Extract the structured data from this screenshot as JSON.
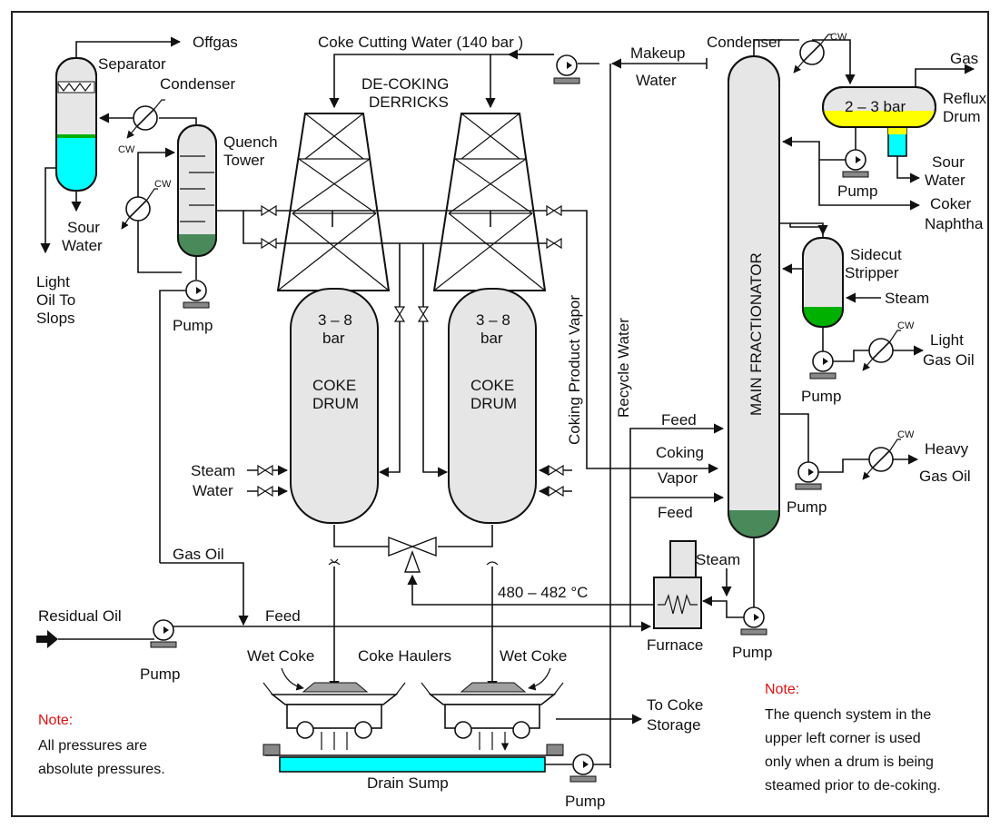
{
  "colors": {
    "vessel_fill": "#e6e6e6",
    "liquid_cyan": "#00ffff",
    "liquid_green": "#00b000",
    "liquid_yellow": "#ffff00",
    "liquid_dkgreen": "#4a8a5a",
    "note_red": "#e01010"
  },
  "labels": {
    "offgas": "Offgas",
    "separator": "Separator",
    "condenser_left": "Condenser",
    "quench_tower_1": "Quench",
    "quench_tower_2": "Tower",
    "sour_water_left_1": "Sour",
    "sour_water_left_2": "Water",
    "light_oil_1": "Light",
    "light_oil_2": "Oil To",
    "light_oil_3": "Slops",
    "pump": "Pump",
    "coke_cutting_water": "Coke Cutting Water (140 bar )",
    "decoking_1": "DE-COKING",
    "decoking_2": "DERRICKS",
    "makeup_1": "Makeup",
    "makeup_2": "Water",
    "condenser_right": "Condenser",
    "gas": "Gas",
    "reflux_1": "Reflux",
    "reflux_2": "Drum",
    "reflux_pressure": "2 – 3 bar",
    "sour_water_right_1": "Sour",
    "sour_water_right_2": "Water",
    "coker_naphtha_1": "Coker",
    "coker_naphtha_2": "Naphtha",
    "main_fractionator": "MAIN FRACTIONATOR",
    "sidecut_1": "Sidecut",
    "sidecut_2": "Stripper",
    "steam": "Steam",
    "light_gas_oil_1": "Light",
    "light_gas_oil_2": "Gas Oil",
    "heavy_gas_oil_1": "Heavy",
    "heavy_gas_oil_2": "Gas Oil",
    "drum_pressure_1": "3 – 8",
    "drum_pressure_2": "bar",
    "coke_1": "COKE",
    "coke_2": "DRUM",
    "water": "Water",
    "coking_product_vapor": "Coking Product Vapor",
    "recycle_water": "Recycle Water",
    "feed": "Feed",
    "coking": "Coking",
    "vapor": "Vapor",
    "gas_oil": "Gas Oil",
    "temperature": "480 – 482 °C",
    "residual_oil": "Residual Oil",
    "furnace": "Furnace",
    "wet_coke": "Wet Coke",
    "coke_haulers": "Coke Haulers",
    "to_coke_1": "To Coke",
    "to_coke_2": "Storage",
    "drain_sump": "Drain Sump",
    "cw": "CW"
  },
  "notes": {
    "left_title": "Note:",
    "left_1": "All pressures are",
    "left_2": "absolute pressures.",
    "right_title": "Note:",
    "right_1": "The quench system in the",
    "right_2": "upper left corner is used",
    "right_3": "only when a drum is being",
    "right_4": "steamed prior to de-coking."
  }
}
